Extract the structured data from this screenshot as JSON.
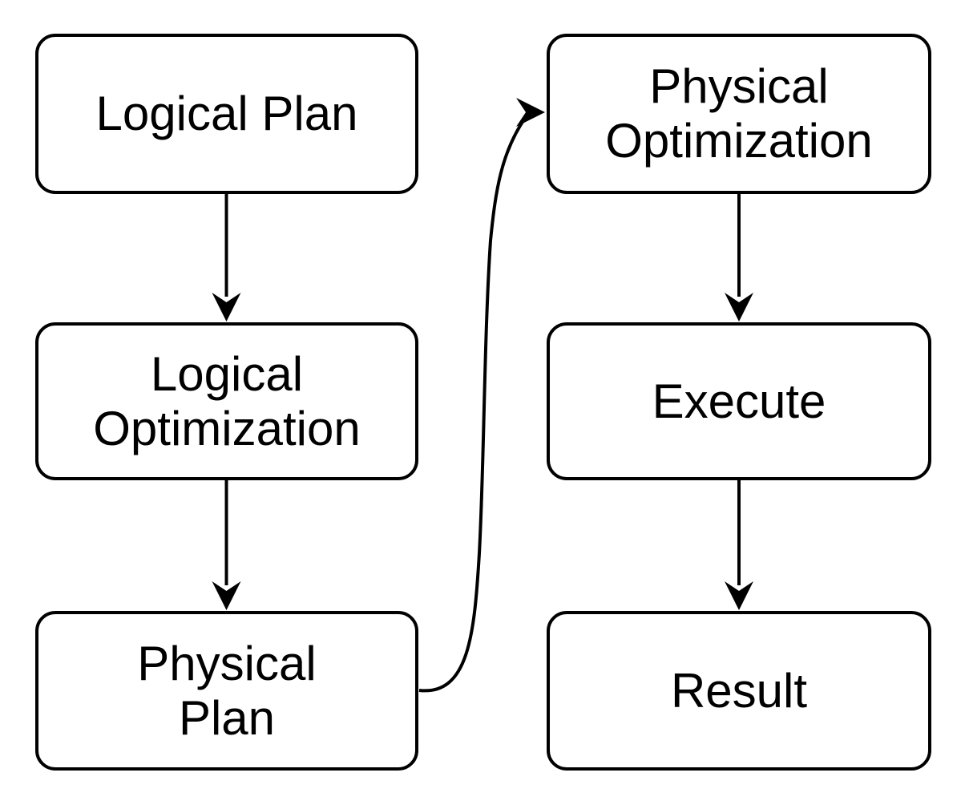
{
  "colors": {
    "background": "#ffffff",
    "stroke": "#000000",
    "text": "#000000"
  },
  "nodes": [
    {
      "id": "logical-plan",
      "lines": [
        "Logical Plan"
      ]
    },
    {
      "id": "logical-optimization",
      "lines": [
        "Logical",
        "Optimization"
      ]
    },
    {
      "id": "physical-plan",
      "lines": [
        "Physical",
        "Plan"
      ]
    },
    {
      "id": "physical-optimization",
      "lines": [
        "Physical",
        "Optimization"
      ]
    },
    {
      "id": "execute",
      "lines": [
        "Execute"
      ]
    },
    {
      "id": "result",
      "lines": [
        "Result"
      ]
    }
  ],
  "edges": [
    {
      "from": "logical-plan",
      "to": "logical-optimization",
      "style": "straight-down"
    },
    {
      "from": "logical-optimization",
      "to": "physical-plan",
      "style": "straight-down"
    },
    {
      "from": "physical-plan",
      "to": "physical-optimization",
      "style": "curved-up"
    },
    {
      "from": "physical-optimization",
      "to": "execute",
      "style": "straight-down"
    },
    {
      "from": "execute",
      "to": "result",
      "style": "straight-down"
    }
  ]
}
